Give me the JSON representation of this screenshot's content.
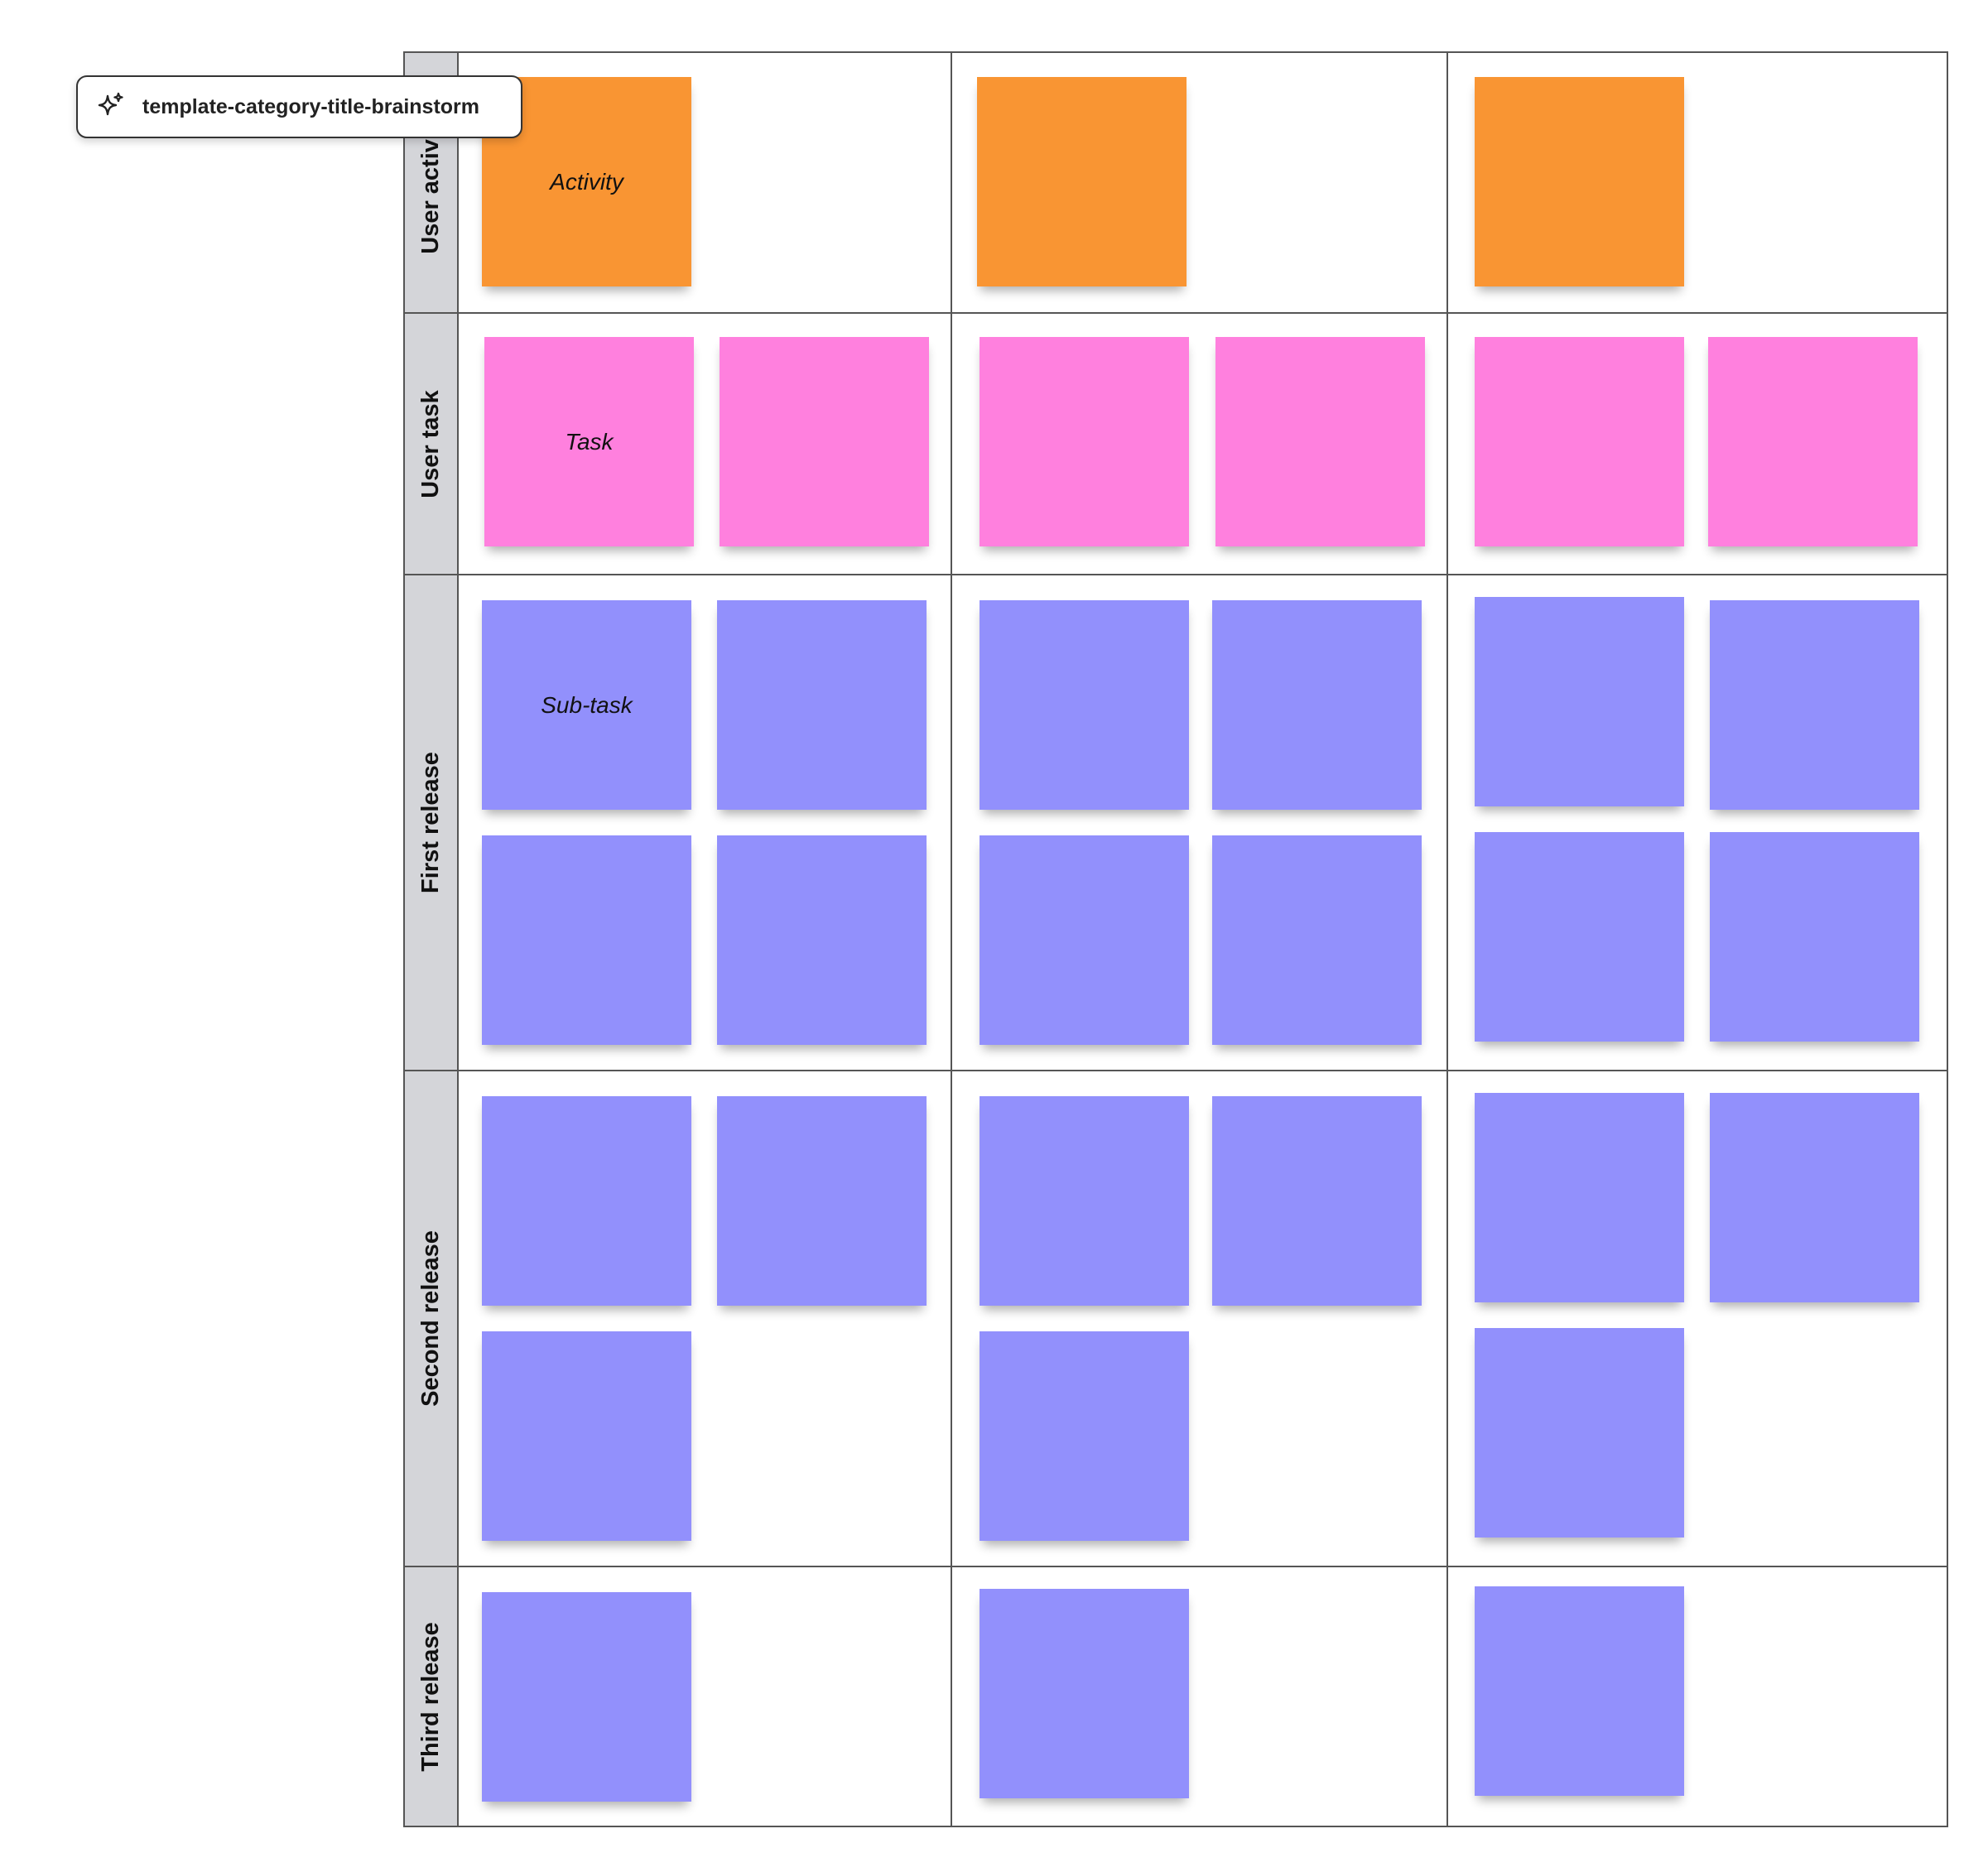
{
  "colors": {
    "activity": "#f99533",
    "task": "#ff80de",
    "subtask": "#9290fc",
    "label_column": "#d4d5d9",
    "grid_line": "#555555"
  },
  "tooltip": {
    "icon": "sparkle-icon",
    "text": "template-category-title-brainstorm"
  },
  "rows": [
    {
      "label": "User activity"
    },
    {
      "label": "User task"
    },
    {
      "label": "First release"
    },
    {
      "label": "Second release"
    },
    {
      "label": "Third release"
    }
  ],
  "stickies": [
    {
      "kind": "activity",
      "text": "Activity"
    },
    {
      "kind": "activity",
      "text": ""
    },
    {
      "kind": "activity",
      "text": ""
    },
    {
      "kind": "task",
      "text": "Task"
    },
    {
      "kind": "task",
      "text": ""
    },
    {
      "kind": "task",
      "text": ""
    },
    {
      "kind": "task",
      "text": ""
    },
    {
      "kind": "task",
      "text": ""
    },
    {
      "kind": "task",
      "text": ""
    },
    {
      "kind": "subtask",
      "text": "Sub-task"
    },
    {
      "kind": "subtask",
      "text": ""
    },
    {
      "kind": "subtask",
      "text": ""
    },
    {
      "kind": "subtask",
      "text": ""
    },
    {
      "kind": "subtask",
      "text": ""
    },
    {
      "kind": "subtask",
      "text": ""
    },
    {
      "kind": "subtask",
      "text": ""
    },
    {
      "kind": "subtask",
      "text": ""
    },
    {
      "kind": "subtask",
      "text": ""
    },
    {
      "kind": "subtask",
      "text": ""
    },
    {
      "kind": "subtask",
      "text": ""
    },
    {
      "kind": "subtask",
      "text": ""
    },
    {
      "kind": "subtask",
      "text": ""
    },
    {
      "kind": "subtask",
      "text": ""
    },
    {
      "kind": "subtask",
      "text": ""
    },
    {
      "kind": "subtask",
      "text": ""
    },
    {
      "kind": "subtask",
      "text": ""
    },
    {
      "kind": "subtask",
      "text": ""
    },
    {
      "kind": "subtask",
      "text": ""
    },
    {
      "kind": "subtask",
      "text": ""
    },
    {
      "kind": "subtask",
      "text": ""
    },
    {
      "kind": "subtask",
      "text": ""
    },
    {
      "kind": "subtask",
      "text": ""
    },
    {
      "kind": "subtask",
      "text": ""
    },
    {
      "kind": "subtask",
      "text": ""
    },
    {
      "kind": "subtask",
      "text": ""
    },
    {
      "kind": "subtask",
      "text": ""
    },
    {
      "kind": "subtask",
      "text": ""
    }
  ]
}
